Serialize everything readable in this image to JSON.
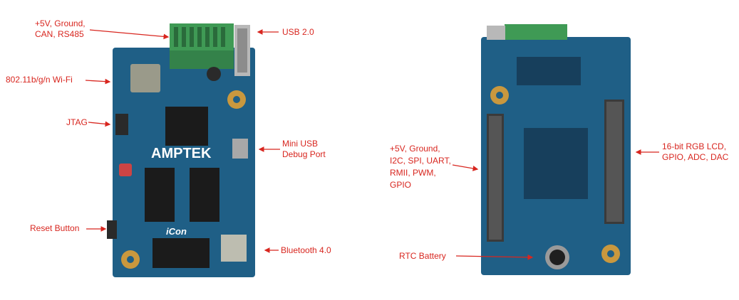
{
  "colors": {
    "pcb": "#1f5f86",
    "pcb_dark": "#173f5c",
    "label": "#d8261f",
    "terminal_green": "#3f9a55",
    "gold": "#c9983e",
    "chip": "#1b1b1b",
    "header_pin": "#3a3a3a"
  },
  "front_board": {
    "labels": {
      "power_can": {
        "line1": "+5V, Ground,",
        "line2": "CAN, RS485"
      },
      "usb": "USB 2.0",
      "wifi": "802.11b/g/n Wi-Fi",
      "jtag": "JTAG",
      "mini_usb": {
        "line1": "Mini USB",
        "line2": "Debug Port"
      },
      "reset": "Reset Button",
      "bluetooth": "Bluetooth 4.0"
    },
    "brand_text": "AMPTEK",
    "product_text": "iCon"
  },
  "back_board": {
    "labels": {
      "io_left": {
        "line1": "+5V, Ground,",
        "line2": "I2C, SPI, UART,",
        "line3": "RMII, PWM,",
        "line4": "GPIO"
      },
      "io_right": {
        "line1": "16-bit RGB LCD,",
        "line2": "GPIO, ADC, DAC"
      },
      "rtc": "RTC Battery"
    }
  }
}
